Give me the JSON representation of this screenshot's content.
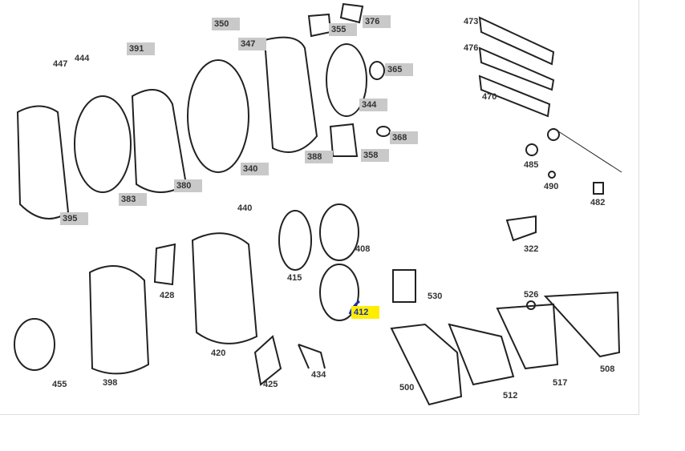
{
  "diagram": {
    "highlighted_color": "#c9c9c9",
    "selected_color": "#ffee00",
    "selected_part": "412",
    "parts": [
      {
        "id": "350",
        "state": "highlighted"
      },
      {
        "id": "376",
        "state": "highlighted"
      },
      {
        "id": "355",
        "state": "highlighted"
      },
      {
        "id": "391",
        "state": "highlighted"
      },
      {
        "id": "347",
        "state": "highlighted"
      },
      {
        "id": "365",
        "state": "highlighted"
      },
      {
        "id": "344",
        "state": "highlighted"
      },
      {
        "id": "368",
        "state": "highlighted"
      },
      {
        "id": "358",
        "state": "highlighted"
      },
      {
        "id": "340",
        "state": "highlighted"
      },
      {
        "id": "388",
        "state": "highlighted"
      },
      {
        "id": "380",
        "state": "highlighted"
      },
      {
        "id": "383",
        "state": "highlighted"
      },
      {
        "id": "395",
        "state": "highlighted"
      },
      {
        "id": "447",
        "state": "normal"
      },
      {
        "id": "444",
        "state": "normal"
      },
      {
        "id": "473",
        "state": "normal"
      },
      {
        "id": "476",
        "state": "normal"
      },
      {
        "id": "470",
        "state": "normal"
      },
      {
        "id": "485",
        "state": "normal"
      },
      {
        "id": "490",
        "state": "normal"
      },
      {
        "id": "482",
        "state": "normal"
      },
      {
        "id": "440",
        "state": "normal"
      },
      {
        "id": "408",
        "state": "normal"
      },
      {
        "id": "415",
        "state": "normal"
      },
      {
        "id": "322",
        "state": "normal"
      },
      {
        "id": "412",
        "state": "selected"
      },
      {
        "id": "530",
        "state": "normal"
      },
      {
        "id": "526",
        "state": "normal"
      },
      {
        "id": "428",
        "state": "normal"
      },
      {
        "id": "420",
        "state": "normal"
      },
      {
        "id": "398",
        "state": "normal"
      },
      {
        "id": "455",
        "state": "normal"
      },
      {
        "id": "425",
        "state": "normal"
      },
      {
        "id": "434",
        "state": "normal"
      },
      {
        "id": "500",
        "state": "normal"
      },
      {
        "id": "512",
        "state": "normal"
      },
      {
        "id": "517",
        "state": "normal"
      },
      {
        "id": "508",
        "state": "normal"
      }
    ]
  }
}
